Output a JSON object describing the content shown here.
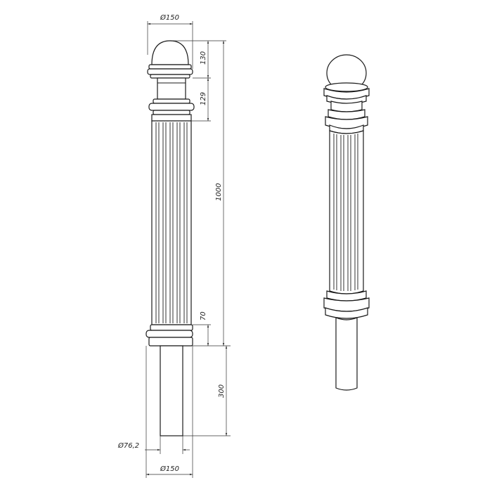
{
  "dimensions": {
    "top_diameter": "Ø150",
    "cap_height": "130",
    "collar_height": "129",
    "total_height": "1000",
    "base_collar_height": "70",
    "pipe_length": "300",
    "pipe_diameter": "Ø76,2",
    "bottom_diameter": "Ø150"
  },
  "colors": {
    "line": "#1a1a1a",
    "background": "#ffffff"
  }
}
